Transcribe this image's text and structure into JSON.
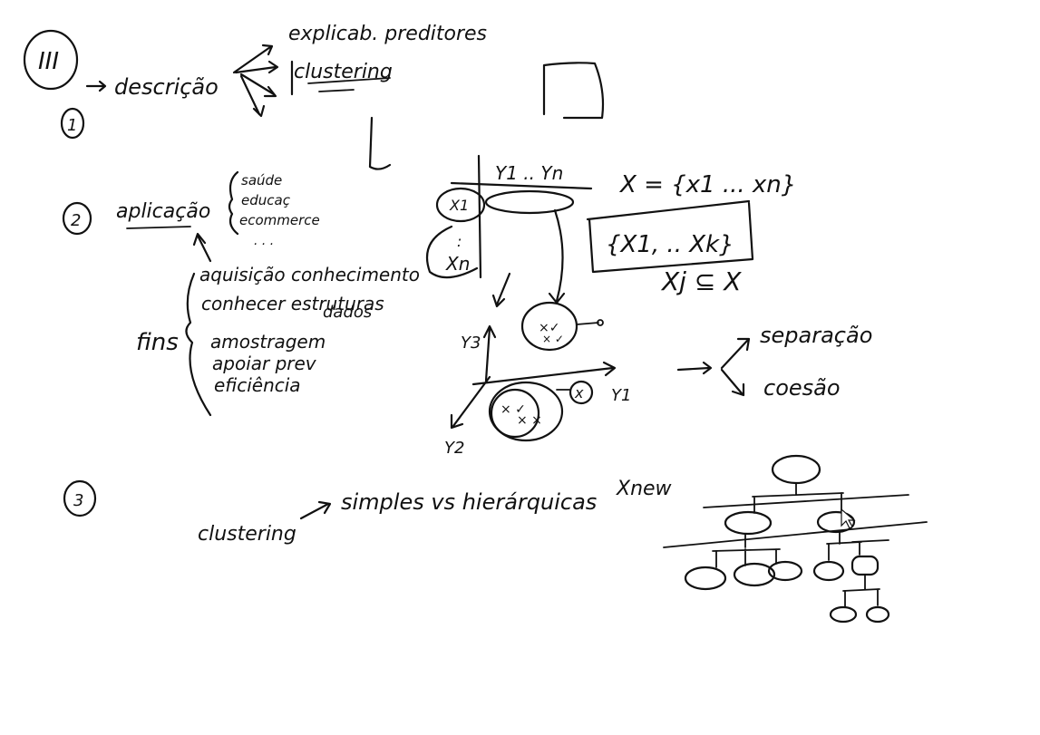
{
  "section1": {
    "numeral": "III",
    "item_number": "1",
    "descricao": "descrição",
    "explicab": "explicab. preditores",
    "clustering": "clustering"
  },
  "section2": {
    "item_number": "2",
    "aplicacao": "aplicação",
    "brace_items": [
      "saúde",
      "educaç",
      "ecommerce",
      ". . ."
    ],
    "fins_label": "fins",
    "fins_items": [
      "aquisição conhecimento",
      "conhecer estruturas",
      "dados",
      "amostragem",
      "apoiar prev",
      "eficiência"
    ]
  },
  "matrix": {
    "header": "Y1 .. Yn",
    "row_first": "X1",
    "row_dots": ":",
    "row_last": "Xn",
    "set_def": "X = {x1 ... xn}",
    "partition": "{X1, .. Xk}",
    "subset": "Xj ⊆ X"
  },
  "plot": {
    "y3": "Y3",
    "y1": "Y1",
    "y2": "Y2",
    "outlier": "x",
    "separacao": "separação",
    "coesao": "coesão"
  },
  "section3": {
    "item_number": "3",
    "clustering": "clustering",
    "simples_vs": "simples vs hierárquicas",
    "xnew": "Xnew"
  }
}
